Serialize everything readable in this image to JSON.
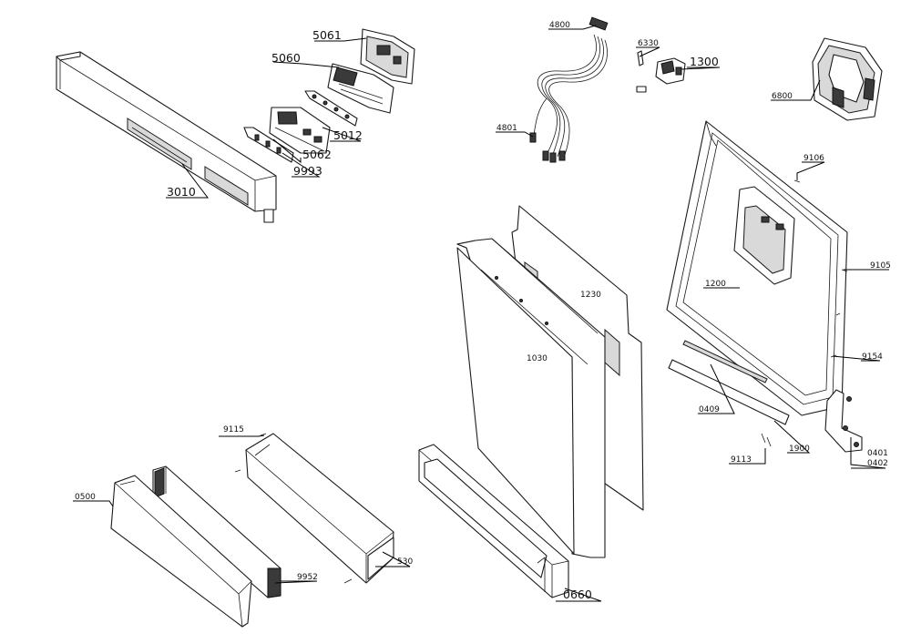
{
  "diagram": {
    "callouts": {
      "c5061": "5061",
      "c5060": "5060",
      "c5012": "5012",
      "c5062": "5062",
      "c9993": "9993",
      "c3010": "3010",
      "c4800": "4800",
      "c4801": "4801",
      "c6330": "6330",
      "c1300": "1300",
      "c6800": "6800",
      "c9106": "9106",
      "c9105": "9105",
      "c1200": "1200",
      "c1230": "1230",
      "c1030": "1030",
      "c9154": "9154",
      "c0409": "0409",
      "c9113": "9113",
      "c1900": "1900",
      "c0401": "0401",
      "c0402": "0402",
      "c9115": "9115",
      "c0500": "0500",
      "c9952": "9952",
      "c530": "530",
      "c0660": "0660"
    }
  }
}
